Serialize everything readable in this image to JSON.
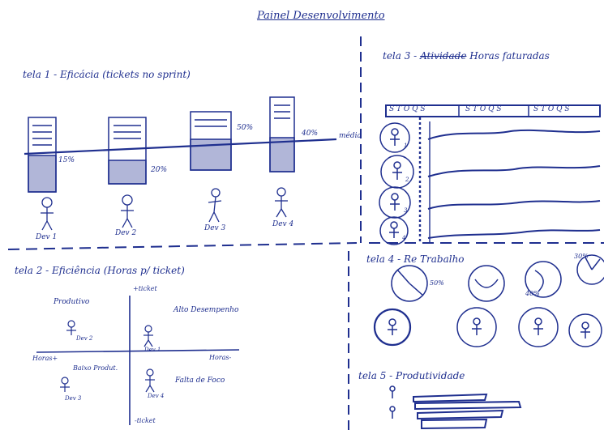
{
  "page": {
    "title": "Painel Desenvolvimento"
  },
  "tela1": {
    "title": "tela 1 - Eficácia (tickets no sprint)",
    "labels": {
      "avg": "média",
      "p1": "15%",
      "p2": "20%",
      "p3": "50%",
      "p4": "40%"
    },
    "devs": [
      "Dev 1",
      "Dev 2",
      "Dev 3",
      "Dev 4"
    ]
  },
  "tela2": {
    "title": "tela 2 - Eficiência (Horas p/ ticket)",
    "axis": {
      "top": "+ticket",
      "bottom": "-ticket",
      "left": "Horas+",
      "right": "Horas-"
    },
    "quadrants": {
      "tl": "Produtivo",
      "tr": "Alto Desempenho",
      "bl": "Baixo Produt.",
      "br": "Falta de Foco"
    },
    "devs": {
      "d1": "Dev 1",
      "d2": "Dev 2",
      "d3": "Dev 3",
      "d4": "Dev 4"
    }
  },
  "tela3": {
    "title_prefix": "tela 3 -",
    "struck": "Atividade",
    "title_rest": "Horas faturadas",
    "header_cells": [
      "S T O Q S",
      "S T O Q S",
      "S T O Q S"
    ],
    "devs": [
      "1",
      "2",
      "3",
      "4"
    ]
  },
  "tela4": {
    "title": "tela 4 - Re Trabalho",
    "labels": {
      "a": "50%",
      "b": "40%",
      "c": "30%"
    }
  },
  "tela5": {
    "title": "tela 5 - Produtividade"
  }
}
